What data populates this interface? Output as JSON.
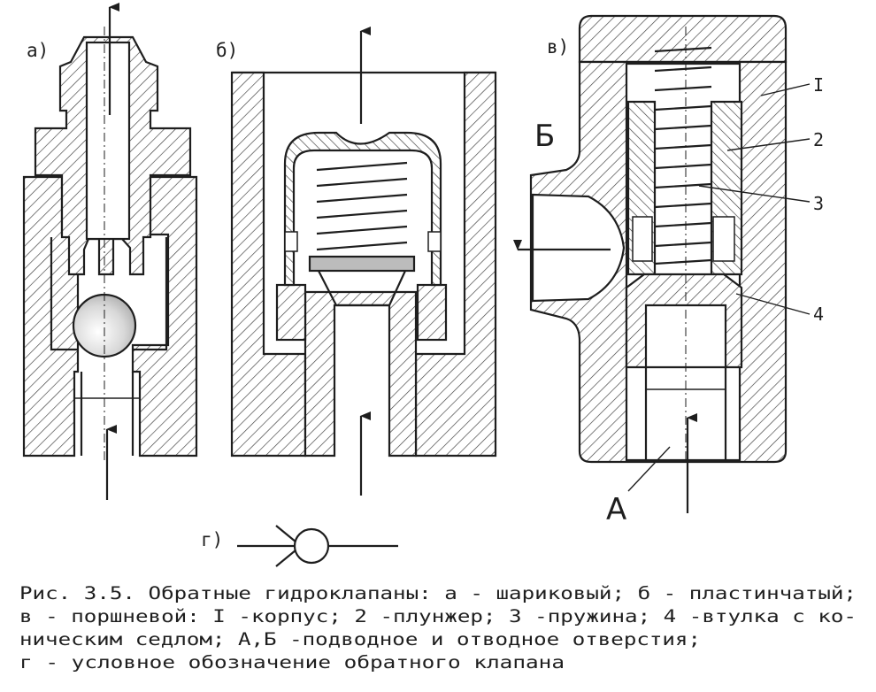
{
  "labels": {
    "a": "а)",
    "b": "б)",
    "v": "в)",
    "g": "г)",
    "port_b": "Б",
    "port_a": "А",
    "n1": "I",
    "n2": "2",
    "n3": "3",
    "n4": "4"
  },
  "caption": {
    "line1": "Рис. 3.5. Обратные гидроклапаны: а - шариковый; б - пластинчатый;",
    "line2": "в - поршневой: I -корпус; 2 -плунжер; 3 -пружина; 4 -втулка с ко-",
    "line3": "ническим седлом; А,Б -подводное и отводное отверстия;",
    "line4": "г - условное обозначение обратного клапана"
  }
}
